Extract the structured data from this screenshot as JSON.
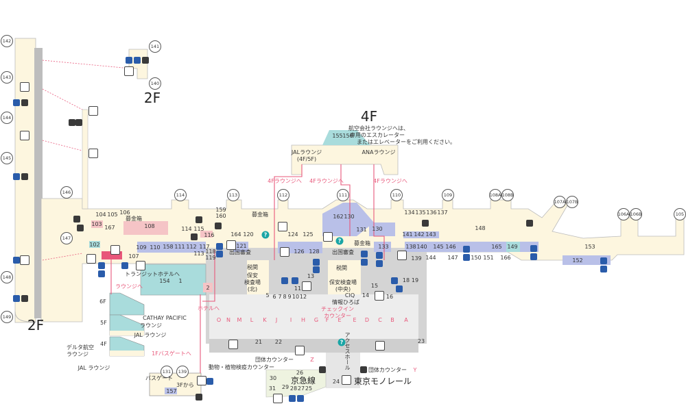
{
  "floor_labels": {
    "f2_top": "2F",
    "f2_bottom": "2F",
    "f4": "4F"
  },
  "gates": [
    "142",
    "143",
    "144",
    "145",
    "146",
    "147",
    "148",
    "149",
    "140",
    "141",
    "114",
    "113",
    "112",
    "111",
    "110",
    "109",
    "108A",
    "108B",
    "107A",
    "107B",
    "106A",
    "106B",
    "105",
    "131",
    "139"
  ],
  "shops": [
    "103",
    "104",
    "105",
    "106",
    "167",
    "108",
    "102",
    "109",
    "110",
    "158",
    "111",
    "112",
    "117",
    "113",
    "114",
    "115",
    "116",
    "118",
    "119",
    "107",
    "159",
    "160",
    "164",
    "120",
    "121",
    "154",
    "1",
    "2",
    "124",
    "125",
    "162",
    "130",
    "131",
    "126",
    "128",
    "130",
    "133",
    "134",
    "135",
    "136",
    "137",
    "141",
    "142",
    "143",
    "138",
    "139",
    "140",
    "144",
    "145",
    "146",
    "147",
    "148",
    "150",
    "151",
    "165",
    "166",
    "149",
    "153",
    "152",
    "13",
    "5",
    "6",
    "7",
    "8",
    "9",
    "10",
    "12",
    "11",
    "14",
    "15",
    "16",
    "18",
    "19",
    "21",
    "22",
    "23",
    "24",
    "25",
    "26",
    "27",
    "28",
    "29",
    "30",
    "31",
    "155",
    "156",
    "157"
  ],
  "checkin_rows": [
    "O",
    "N",
    "M",
    "L",
    "K",
    "J",
    "I",
    "H",
    "G",
    "F",
    "E",
    "E",
    "D",
    "C",
    "B",
    "A"
  ],
  "labels": {
    "lounge_note_1": "航空会社ラウンジへは、",
    "lounge_note_2": "専用のエスカレーター",
    "lounge_note_3": "またはエレベーターをご利用ください。",
    "jal_lounge": "JALラウンジ",
    "jal_lounge_floors": "(4F/5F)",
    "ana_lounge": "ANAラウンジ",
    "to_4f_lounge_1": "4Fラウンジへ",
    "to_4f_lounge_2": "4Fラウンジへ",
    "to_4f_lounge_3": "4Fラウンジへ",
    "donation_box_1": "募金箱",
    "donation_box_2": "募金箱",
    "donation_box_3": "募金箱",
    "immigration_1": "出国審査",
    "immigration_2": "出国審査",
    "customs_1": "税関",
    "customs_2": "税関",
    "security_north_1": "保安",
    "security_north_2": "検査場",
    "security_north_3": "(北)",
    "security_central_1": "保安検査場",
    "security_central_2": "(中央)",
    "ciq": "CIQ",
    "info_plaza": "情報ひろば",
    "checkin_1": "チェックイン",
    "checkin_2": "カウンター",
    "to_transit_hotel": "トランジットホテルへ",
    "to_lounge": "ラウンジへ",
    "to_hotel": "ホテルへ",
    "f6": "6F",
    "f5": "5F",
    "f4_small": "4F",
    "cathay_1": "CATHAY PACIFIC",
    "cathay_2": "ラウンジ",
    "jal_lounge_5f": "JAL ラウンジ",
    "delta_1": "デルタ航空",
    "delta_2": "ラウンジ",
    "jal_lounge_4f": "JAL ラウンジ",
    "to_1f_bus_gate": "1Fバスゲートへ",
    "bus_gate": "バスゲート",
    "from_3f": "3Fから",
    "quarantine": "動物・植物検疫カウンター",
    "group_counter_z": "団体カウンター",
    "group_z_letter": "Z",
    "group_counter_y": "団体カウンター",
    "group_y_letter": "Y",
    "access_hall": "アクセスホール",
    "keikyu": "京急線",
    "monorail": "東京モノレール",
    "help": "?"
  },
  "colors": {
    "concourse": "#fdf6df",
    "shop_lavender": "#b9c0e8",
    "teal": "#a9dcdc",
    "pink": "#f5c4c6",
    "route": "#e8577a",
    "gray": "#cfcfcf"
  }
}
